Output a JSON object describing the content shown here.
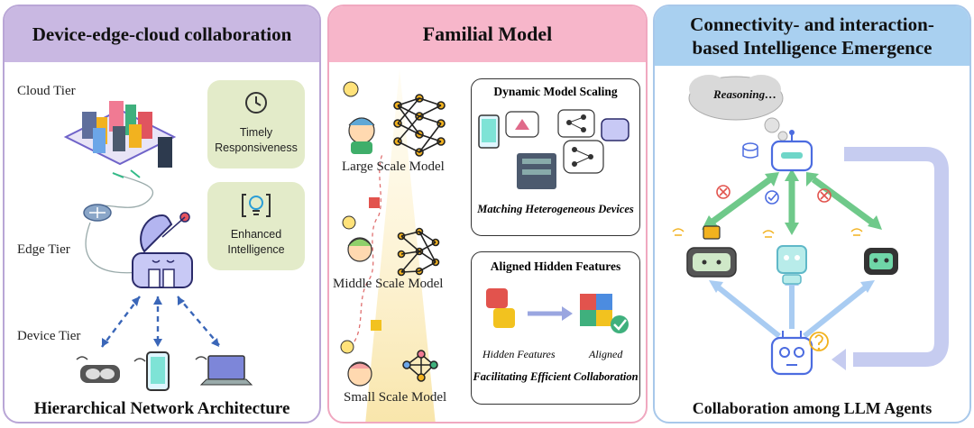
{
  "left": {
    "title": "Device-edge-cloud collaboration",
    "cloud_tier": "Cloud Tier",
    "edge_tier": "Edge Tier",
    "device_tier": "Device Tier",
    "badge1": "Timely Responsiveness",
    "badge2": "Enhanced Intelligence",
    "footer": "Hierarchical Network Architecture",
    "accent": "#c9b8e2"
  },
  "middle": {
    "title": "Familial Model",
    "large": "Large Scale Model",
    "middle": "Middle Scale Model",
    "small": "Small Scale Model",
    "dms_title": "Dynamic Model Scaling",
    "dms_caption": "Matching Heterogeneous Devices",
    "ahf_title": "Aligned Hidden Features",
    "hidden_features": "Hidden Features",
    "aligned": "Aligned",
    "ahf_caption": "Facilitating Efficient Collaboration",
    "accent": "#f7b6ca"
  },
  "right": {
    "title": "Connectivity- and interaction-based  Intelligence Emergence",
    "thought": "Reasoning…",
    "footer": "Collaboration among LLM Agents",
    "accent": "#a9d0f0"
  }
}
